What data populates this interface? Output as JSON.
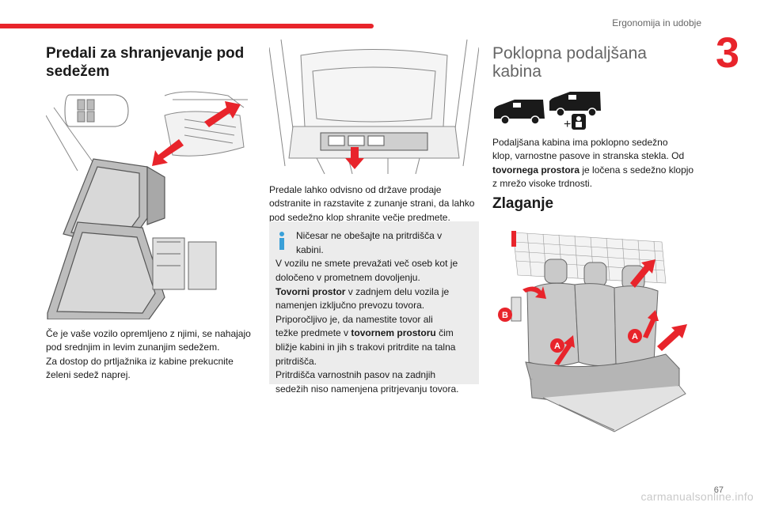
{
  "header": {
    "section_title": "Ergonomija in udobje",
    "chapter_number": "3",
    "page_number": "67"
  },
  "col1": {
    "title_line1": "Predali za shranjevanje pod",
    "title_line2": "sedežem",
    "paragraph_lines": [
      "Če je vaše vozilo opremljeno z njimi, se nahajajo",
      "pod srednjim in levim zunanjim sedežem.",
      "Za dostop do prtljažnika iz kabine prekucnite",
      "želeni sedež naprej."
    ]
  },
  "col2": {
    "paragraph_lines": [
      "Predale lahko odvisno od države prodaje",
      "odstranite in razstavite z zunanje strani, da lahko",
      "pod sedežno klop shranite večje predmete."
    ],
    "info": {
      "line1": "Ničesar ne obešajte na pritrdišča v",
      "line2": "kabini.",
      "line3": "V vozilu ne smete prevažati več oseb kot je",
      "line4": "določeno v prometnem dovoljenju.",
      "line5_bold": "Tovorni prostor",
      "line5_rest": " v zadnjem delu vozila je",
      "line6": "namenjen izključno prevozu tovora.",
      "line7": "Priporočljivo je, da namestite tovor ali",
      "line8_pre": "težke predmete v ",
      "line8_bold": "tovornem prostoru",
      "line8_post": " čim",
      "line9": "bližje kabini in jih s trakovi pritrdite na talna",
      "line10": "pritrdišča.",
      "line11": "Pritrdišča varnostnih pasov na zadnjih",
      "line12": "sedežih niso namenjena pritrjevanju tovora."
    }
  },
  "col3": {
    "title_line1": "Poklopna podaljšana",
    "title_line2": "kabina",
    "para_line1": "Podaljšana kabina ima poklopno sedežno",
    "para_line2": "klop, varnostne pasove in stranska stekla. Od",
    "para_line3_bold": "tovornega prostora",
    "para_line3_rest": " je ločena s sedežno klopjo",
    "para_line4": "z mrežo visoke trdnosti.",
    "subtitle": "Zlaganje",
    "plus_sign": "+",
    "labels": {
      "a": "A",
      "b": "B"
    }
  },
  "footer": {
    "watermark": "carmanualsonline.info"
  },
  "colors": {
    "accent": "#e8242b",
    "info_bg": "#ececec",
    "text": "#1a1a1a"
  }
}
